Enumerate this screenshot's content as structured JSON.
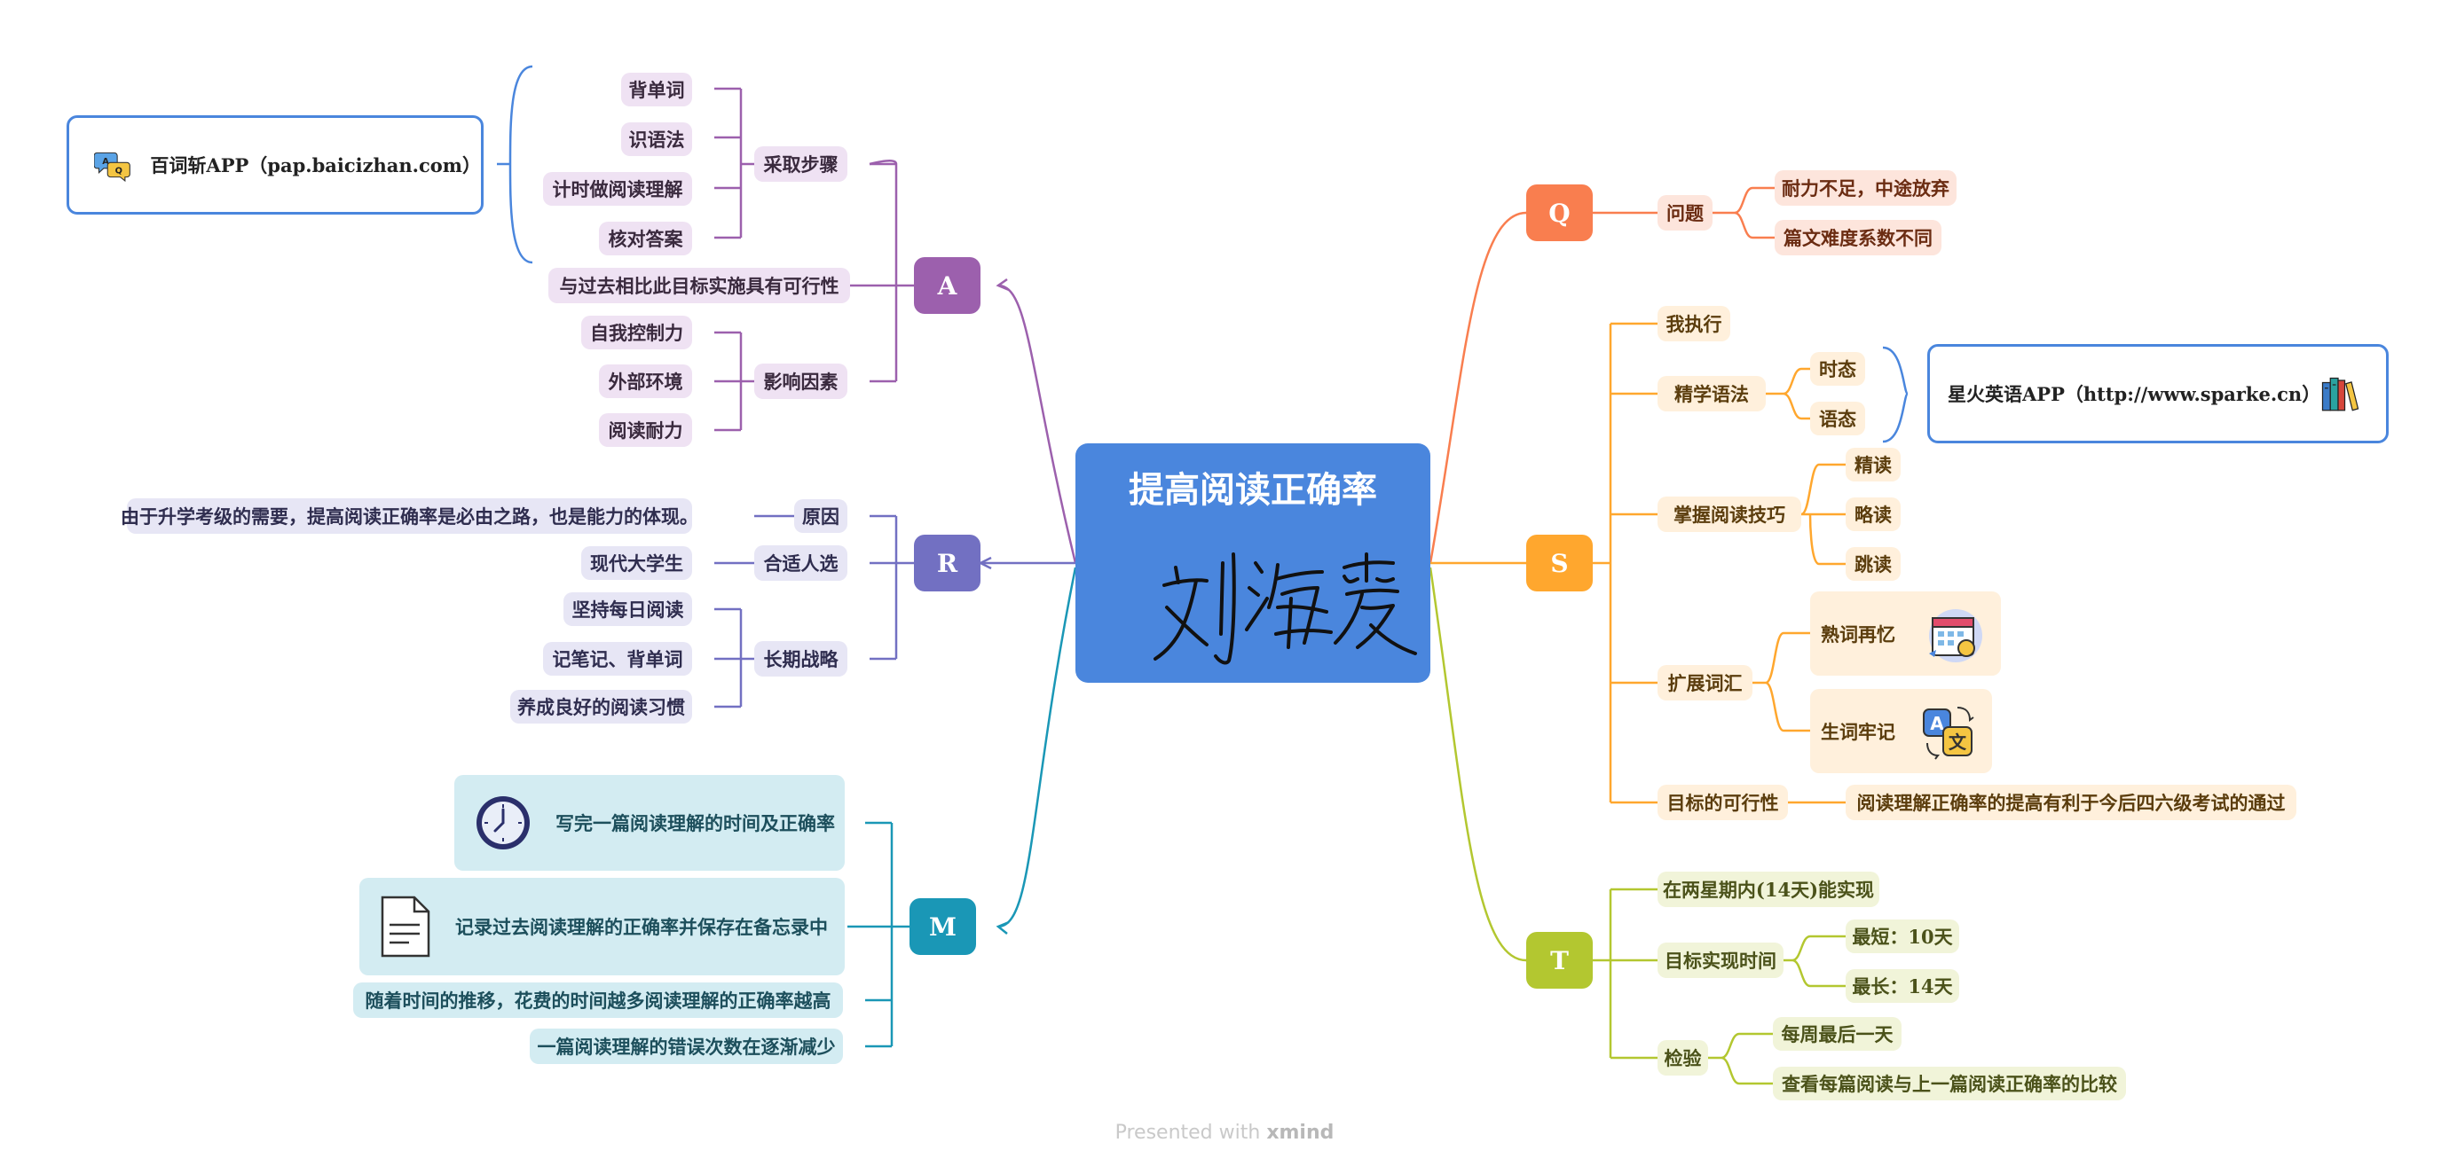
{
  "title": "提高阅读正确率",
  "branches": {
    "Q": {
      "label": "Q",
      "color": "#f97e4f"
    },
    "S": {
      "label": "S",
      "color": "#ffa72e"
    },
    "T": {
      "label": "T",
      "color": "#b3c730"
    },
    "A": {
      "label": "A",
      "color": "#9c60ad"
    },
    "R": {
      "label": "R",
      "color": "#7270c2"
    },
    "M": {
      "label": "M",
      "color": "#1a97b6"
    }
  },
  "A": {
    "steps": {
      "label": "采取步骤",
      "items": [
        "背单词",
        "识语法",
        "计时做阅读理解",
        "核对答案"
      ]
    },
    "callout": "百词斩APP（pap.baicizhan.com）",
    "feasible": "与过去相比此目标实施具有可行性",
    "factors": {
      "label": "影响因素",
      "items": [
        "自我控制力",
        "外部环境",
        "阅读耐力"
      ]
    }
  },
  "R": {
    "reason": {
      "label": "原因",
      "item": "由于升学考级的需要，提高阅读正确率是必由之路，也是能力的体现。"
    },
    "people": {
      "label": "合适人选",
      "item": "现代大学生"
    },
    "strategy": {
      "label": "长期战略",
      "items": [
        "坚持每日阅读",
        "记笔记、背单词",
        "养成良好的阅读习惯"
      ]
    }
  },
  "M": {
    "items": [
      "写完一篇阅读理解的时间及正确率",
      "记录过去阅读理解的正确率并保存在备忘录中",
      "随着时间的推移，花费的时间越多阅读理解的正确率越高",
      "一篇阅读理解的错误次数在逐渐减少"
    ]
  },
  "Q": {
    "problem": {
      "label": "问题",
      "items": [
        "耐力不足，中途放弃",
        "篇文难度系数不同"
      ]
    }
  },
  "S": {
    "execute": "我执行",
    "grammar": {
      "label": "精学语法",
      "items": [
        "时态",
        "语态"
      ]
    },
    "callout": "星火英语APP（http://www.sparke.cn）",
    "skills": {
      "label": "掌握阅读技巧",
      "items": [
        "精读",
        "略读",
        "跳读"
      ]
    },
    "vocab": {
      "label": "扩展词汇",
      "items": [
        "熟词再忆",
        "生词牢记"
      ]
    },
    "feasible": {
      "label": "目标的可行性",
      "item": "阅读理解正确率的提高有利于今后四六级考试的通过"
    }
  },
  "T": {
    "achieve": "在两星期内(14天)能实现",
    "time": {
      "label": "目标实现时间",
      "items": [
        "最短：10天",
        "最长：14天"
      ]
    },
    "check": {
      "label": "检验",
      "items": [
        "每周最后一天",
        "查看每篇阅读与上一篇阅读正确率的比较"
      ]
    }
  },
  "footer": {
    "prefix": "Presented with ",
    "brand": "xmind"
  }
}
